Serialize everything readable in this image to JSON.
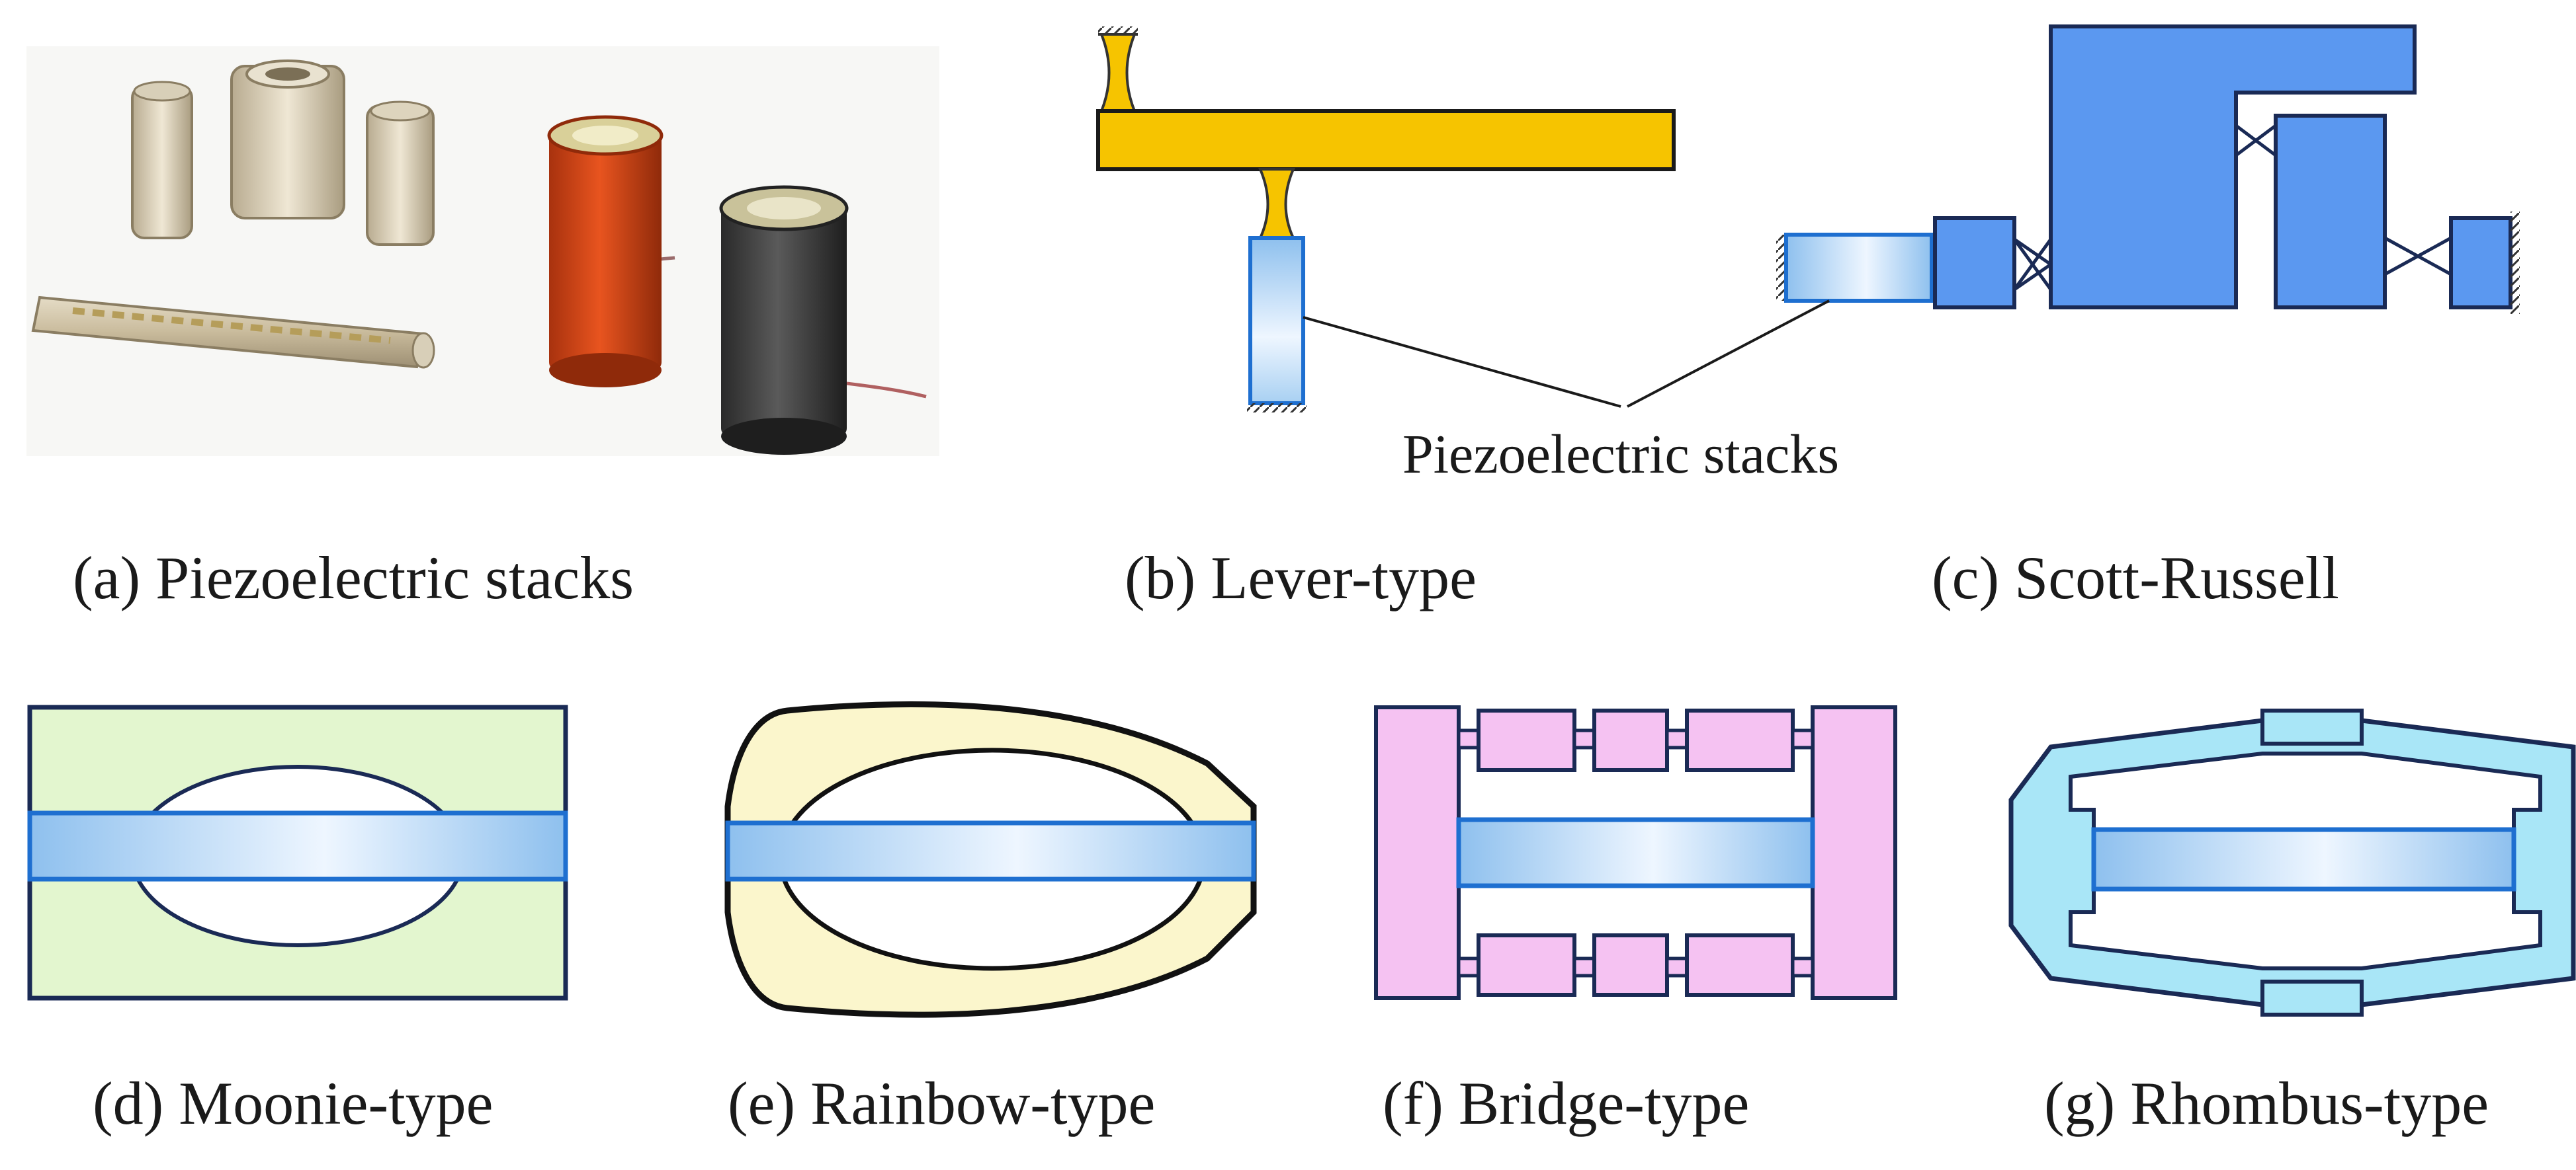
{
  "figure": {
    "captions": {
      "a": "(a) Piezoelectric stacks",
      "b": "(b) Lever-type",
      "c": "(c) Scott-Russell",
      "d": "(d) Moonie-type",
      "e": "(e) Rainbow-type",
      "f": "(f) Bridge-type",
      "g": "(g) Rhombus-type"
    },
    "callout_label": "Piezoelectric stacks"
  },
  "colors": {
    "lever_yellow": "#f6c400",
    "scott_blue": "#5b98f0",
    "moonie_green": "#e3f6cf",
    "rainbow_cream": "#fbf6cc",
    "bridge_pink": "#f5c2f2",
    "rhombus_cyan": "#a9e6f7",
    "stack_edge": "#1e6fd0",
    "outline": "#1a2a55"
  }
}
